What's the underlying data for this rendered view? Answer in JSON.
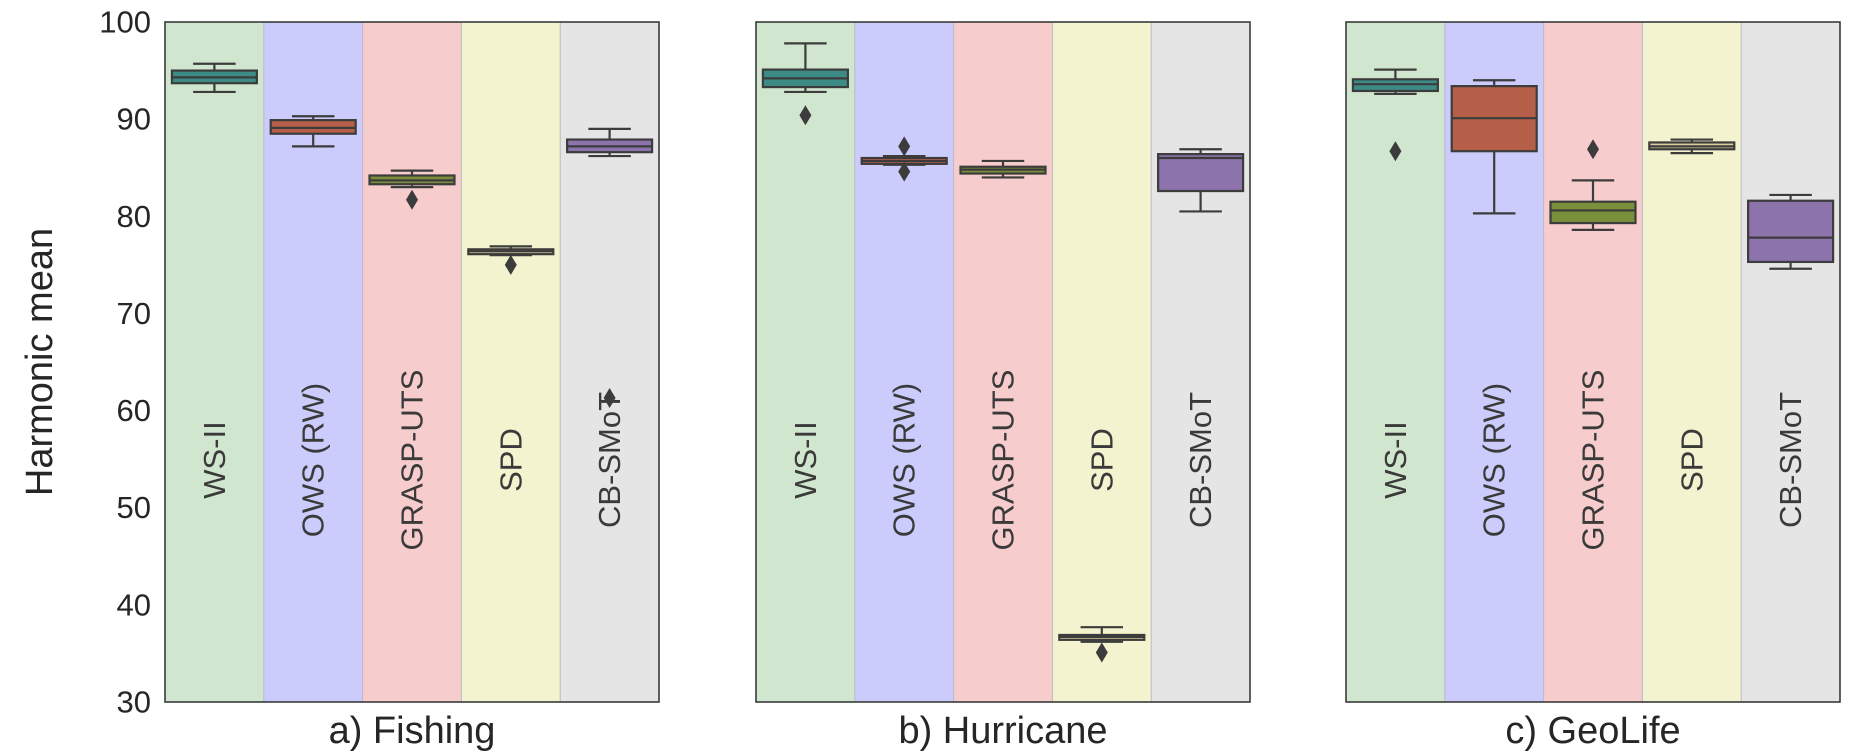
{
  "chart_data": {
    "type": "box",
    "ylabel": "Harmonic mean",
    "ylim": [
      30,
      100
    ],
    "yticks": [
      30,
      40,
      50,
      60,
      70,
      80,
      90,
      100
    ],
    "grid": false,
    "categories": [
      "WS-II",
      "OWS (RW)",
      "GRASP-UTS",
      "SPD",
      "CB-SMoT"
    ],
    "category_bg_colors": [
      "#d1e6cf",
      "#ccccfc",
      "#f7cccd",
      "#f3f3cf",
      "#e5e5e5"
    ],
    "box_colors": [
      "#3d8b86",
      "#b65f48",
      "#7a8f3c",
      "#d7cc9a",
      "#8d73ab"
    ],
    "panels": [
      {
        "title": "a) Fishing",
        "boxes": [
          {
            "category": "WS-II",
            "whisker_low": 92.8,
            "q1": 93.7,
            "median": 94.3,
            "q3": 95.0,
            "whisker_high": 95.7,
            "outliers": []
          },
          {
            "category": "OWS (RW)",
            "whisker_low": 87.2,
            "q1": 88.5,
            "median": 89.1,
            "q3": 89.9,
            "whisker_high": 90.3,
            "outliers": []
          },
          {
            "category": "GRASP-UTS",
            "whisker_low": 83.0,
            "q1": 83.3,
            "median": 83.7,
            "q3": 84.2,
            "whisker_high": 84.7,
            "outliers": [
              81.7
            ]
          },
          {
            "category": "SPD",
            "whisker_low": 76.0,
            "q1": 76.1,
            "median": 76.4,
            "q3": 76.6,
            "whisker_high": 76.9,
            "outliers": [
              75.0
            ]
          },
          {
            "category": "CB-SMoT",
            "whisker_low": 86.2,
            "q1": 86.6,
            "median": 87.2,
            "q3": 87.9,
            "whisker_high": 89.0,
            "outliers": [
              61.3
            ]
          }
        ]
      },
      {
        "title": "b) Hurricane",
        "boxes": [
          {
            "category": "WS-II",
            "whisker_low": 92.8,
            "q1": 93.3,
            "median": 94.2,
            "q3": 95.1,
            "whisker_high": 97.8,
            "outliers": [
              90.4
            ]
          },
          {
            "category": "OWS (RW)",
            "whisker_low": 85.3,
            "q1": 85.4,
            "median": 85.7,
            "q3": 86.0,
            "whisker_high": 86.2,
            "outliers": [
              87.2,
              84.6
            ]
          },
          {
            "category": "GRASP-UTS",
            "whisker_low": 84.0,
            "q1": 84.4,
            "median": 84.8,
            "q3": 85.1,
            "whisker_high": 85.7,
            "outliers": []
          },
          {
            "category": "SPD",
            "whisker_low": 36.2,
            "q1": 36.4,
            "median": 36.7,
            "q3": 36.9,
            "whisker_high": 37.7,
            "outliers": [
              35.1
            ]
          },
          {
            "category": "CB-SMoT",
            "whisker_low": 80.5,
            "q1": 82.6,
            "median": 86.0,
            "q3": 86.4,
            "whisker_high": 86.9,
            "outliers": []
          }
        ]
      },
      {
        "title": "c) GeoLife",
        "boxes": [
          {
            "category": "WS-II",
            "whisker_low": 92.6,
            "q1": 92.9,
            "median": 93.6,
            "q3": 94.1,
            "whisker_high": 95.1,
            "outliers": [
              86.7
            ]
          },
          {
            "category": "OWS (RW)",
            "whisker_low": 80.3,
            "q1": 86.7,
            "median": 90.1,
            "q3": 93.4,
            "whisker_high": 94.0,
            "outliers": []
          },
          {
            "category": "GRASP-UTS",
            "whisker_low": 78.6,
            "q1": 79.3,
            "median": 80.6,
            "q3": 81.5,
            "whisker_high": 83.7,
            "outliers": [
              86.9
            ]
          },
          {
            "category": "SPD",
            "whisker_low": 86.5,
            "q1": 86.9,
            "median": 87.2,
            "q3": 87.6,
            "whisker_high": 87.9,
            "outliers": []
          },
          {
            "category": "CB-SMoT",
            "whisker_low": 74.6,
            "q1": 75.3,
            "median": 77.8,
            "q3": 81.6,
            "whisker_high": 82.2,
            "outliers": []
          }
        ]
      }
    ]
  }
}
